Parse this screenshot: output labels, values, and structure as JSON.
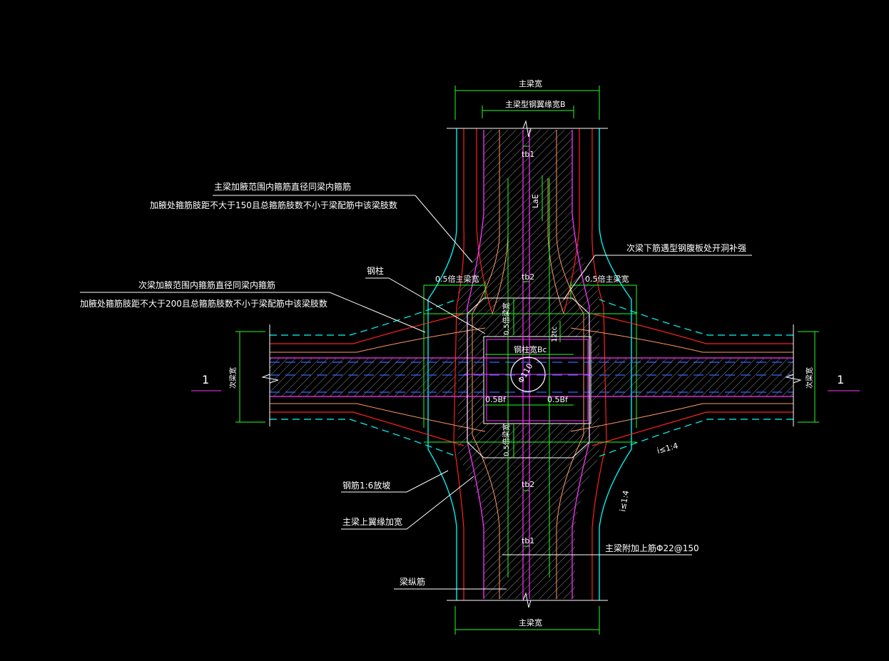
{
  "colors": {
    "background": "#000000",
    "cyan": "#00ffff",
    "red": "#ff2020",
    "magenta": "#ff33ff",
    "green": "#22ff22",
    "white": "#ffffff",
    "yellow": "#ffff00",
    "blue": "#3366ff",
    "orange": "#ff9966",
    "hatch": "#9a9a9a"
  },
  "labels": {
    "main_beam_width_top": "主梁宽",
    "main_beam_steel_flange_width": "主梁型钢翼缘宽B",
    "main_beam_width_bottom": "主梁宽",
    "tb1_top": "tb1",
    "tb1_bottom": "tb1",
    "tb2_top": "tb2",
    "tb2_bottom": "tb2",
    "lae": "LaE",
    "note_main_haunch_line1": "主梁加腋范围内箍筋直径同梁内箍筋",
    "note_main_haunch_line2": "加腋处箍筋肢距不大于150且总箍筋肢数不小于梁配筋中该梁肢数",
    "note_secondary_haunch_line1": "次梁加腋范围内箍筋直径同梁内箍筋",
    "note_secondary_haunch_line2": "加腋处箍筋肢距不大于200且总箍筋肢数不小于梁配筋中该梁肢数",
    "note_secondary_bottom_bar": "次梁下筋遇型钢腹板处开洞补强",
    "steel_column": "钢柱",
    "half_main_beam_width_left": "0.5倍主梁宽",
    "half_main_beam_width_right": "0.5倍主梁宽",
    "half_beam_width_vertical_top": "0.5倍梁宽",
    "half_beam_width_vertical_bottom": "0.5倍梁宽",
    "twelve_tc": "12tc",
    "steel_column_width": "钢柱宽Bc",
    "hole_dia": "Φ110",
    "half_bf_left": "0.5Bf",
    "half_bf_right": "0.5Bf",
    "secondary_beam_width_left": "次梁宽",
    "secondary_beam_width_right": "次梁宽",
    "section_mark_left": "1",
    "section_mark_right": "1",
    "slope_right_lower": "i≤1:4",
    "slope_right_vertical": "i≤1:4",
    "rebar_slope": "钢筋1:6放坡",
    "main_beam_flange_widen": "主梁上翼缘加宽",
    "main_beam_additional_bar": "主梁附加上筋Φ22@150",
    "beam_longitudinal_bar": "梁纵筋"
  }
}
